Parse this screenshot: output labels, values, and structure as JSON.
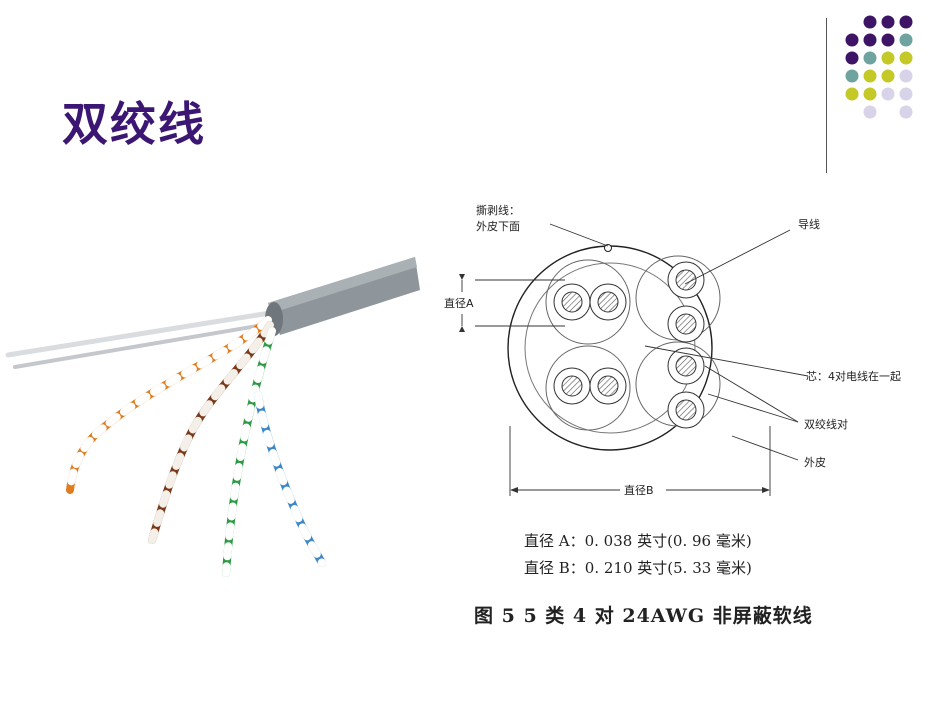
{
  "slide": {
    "title": "双绞线"
  },
  "theme": {
    "title_color": "#3b1672",
    "dot_purple": "#3d1466",
    "dot_teal": "#6fa3a0",
    "dot_lime": "#c5c927",
    "dot_lavender": "#d8d3e8"
  },
  "diagram": {
    "labels": {
      "rip_line": "撕剥线：",
      "rip_line_sub": "外皮下面",
      "conductor": "导线",
      "diameter_a": "直径A",
      "core": "芯：4对电线在一起",
      "twisted_pair": "双绞线对",
      "jacket": "外皮",
      "diameter_b": "直径B"
    },
    "caption_a": "直径 A：0. 038 英寸(0. 96 毫米)",
    "caption_b": "直径 B：0. 210 英寸(5. 33 毫米)",
    "figure_caption": "图 5    5 类 4 对 24AWG 非屏蔽软线"
  }
}
